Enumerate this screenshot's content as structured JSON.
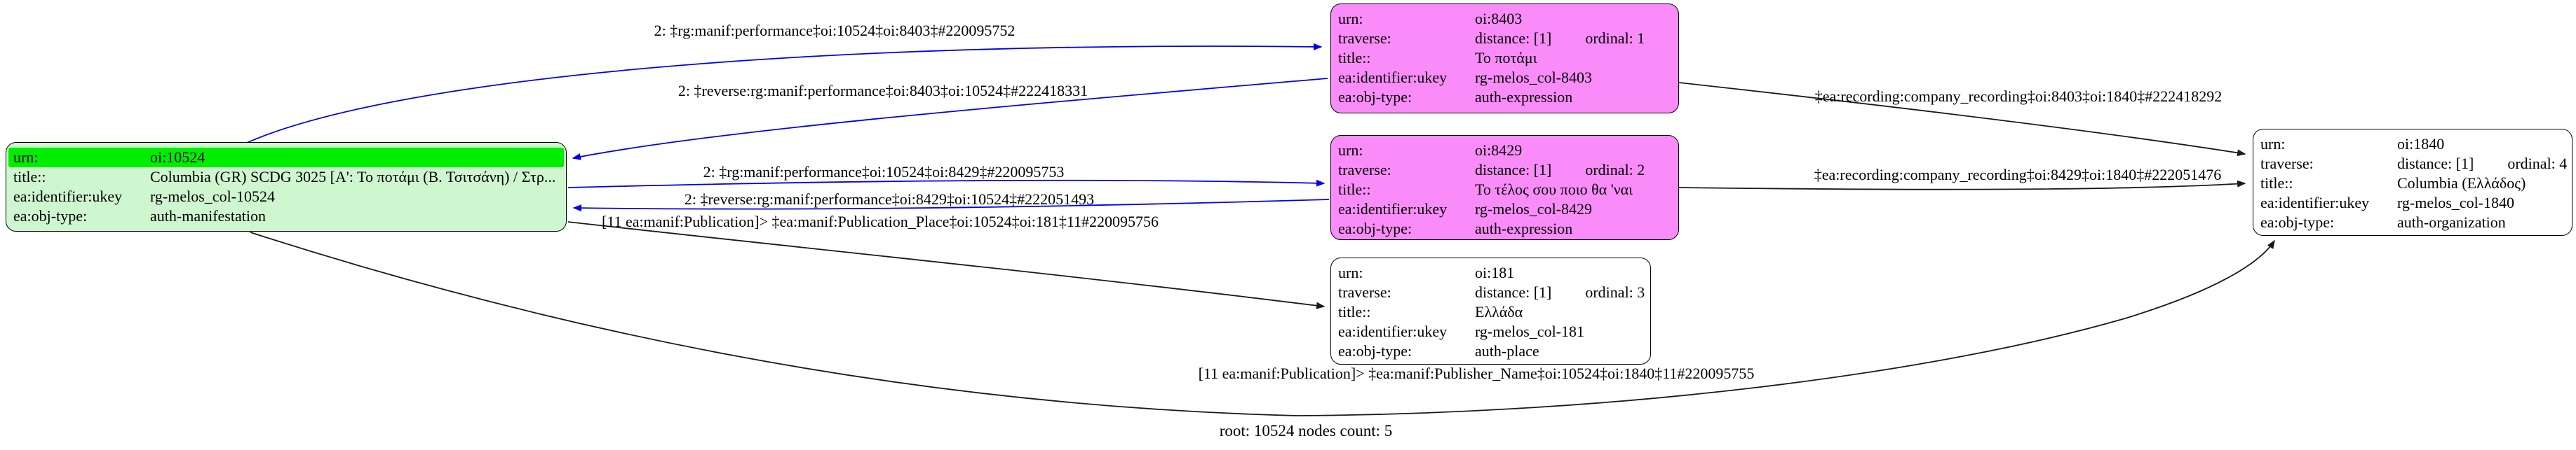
{
  "graph": {
    "footer": "root: 10524 nodes count: 5",
    "colors": {
      "root_fill": "#cff7cf",
      "urn_highlight": "#00ee00",
      "expression_fill": "#f98cf9",
      "plain_fill": "#ffffff",
      "edge_blue": "#0000ee",
      "edge_black": "#1a1a1a"
    }
  },
  "nodes": [
    {
      "urn_label": "urn:",
      "urn": "oi:10524",
      "title_label": "title::",
      "title": "Columbia (GR) SCDG 3025 [Α': Το ποτάμι (Β. Τσιτσάνη) / Στρ...",
      "ukey_label": "ea:identifier:ukey",
      "ukey": "rg-melos_col-10524",
      "objtype_label": "ea:obj-type:",
      "objtype": "auth-manifestation"
    },
    {
      "urn_label": "urn:",
      "urn": "oi:8403",
      "traverse_label": "traverse:",
      "distance": "distance: [1]",
      "ordinal": "ordinal: 1",
      "title_label": "title::",
      "title": "Το ποτάμι",
      "ukey_label": "ea:identifier:ukey",
      "ukey": "rg-melos_col-8403",
      "objtype_label": "ea:obj-type:",
      "objtype": "auth-expression"
    },
    {
      "urn_label": "urn:",
      "urn": "oi:8429",
      "traverse_label": "traverse:",
      "distance": "distance: [1]",
      "ordinal": "ordinal: 2",
      "title_label": "title::",
      "title": "Το τέλος σου ποιο θα 'ναι",
      "ukey_label": "ea:identifier:ukey",
      "ukey": "rg-melos_col-8429",
      "objtype_label": "ea:obj-type:",
      "objtype": "auth-expression"
    },
    {
      "urn_label": "urn:",
      "urn": "oi:181",
      "traverse_label": "traverse:",
      "distance": "distance: [1]",
      "ordinal": "ordinal: 3",
      "title_label": "title::",
      "title": "Ελλάδα",
      "ukey_label": "ea:identifier:ukey",
      "ukey": "rg-melos_col-181",
      "objtype_label": "ea:obj-type:",
      "objtype": "auth-place"
    },
    {
      "urn_label": "urn:",
      "urn": "oi:1840",
      "traverse_label": "traverse:",
      "distance": "distance: [1]",
      "ordinal": "ordinal: 4",
      "title_label": "title::",
      "title": "Columbia (Ελλάδος)",
      "ukey_label": "ea:identifier:ukey",
      "ukey": "rg-melos_col-1840",
      "objtype_label": "ea:obj-type:",
      "objtype": "auth-organization"
    }
  ],
  "edge_labels": [
    {
      "text": "2: ‡rg:manif:performance‡oi:10524‡oi:8403‡#220095752"
    },
    {
      "text": "2: ‡reverse:rg:manif:performance‡oi:8403‡oi:10524‡#222418331"
    },
    {
      "text": "2: ‡rg:manif:performance‡oi:10524‡oi:8429‡#220095753"
    },
    {
      "text": "2: ‡reverse:rg:manif:performance‡oi:8429‡oi:10524‡#222051493"
    },
    {
      "text": "[11 ea:manif:Publication]> ‡ea:manif:Publication_Place‡oi:10524‡oi:181‡11#220095756"
    },
    {
      "text": "‡ea:recording:company_recording‡oi:8403‡oi:1840‡#222418292"
    },
    {
      "text": "‡ea:recording:company_recording‡oi:8429‡oi:1840‡#222051476"
    },
    {
      "text": "[11 ea:manif:Publication]> ‡ea:manif:Publisher_Name‡oi:10524‡oi:1840‡11#220095755"
    }
  ]
}
